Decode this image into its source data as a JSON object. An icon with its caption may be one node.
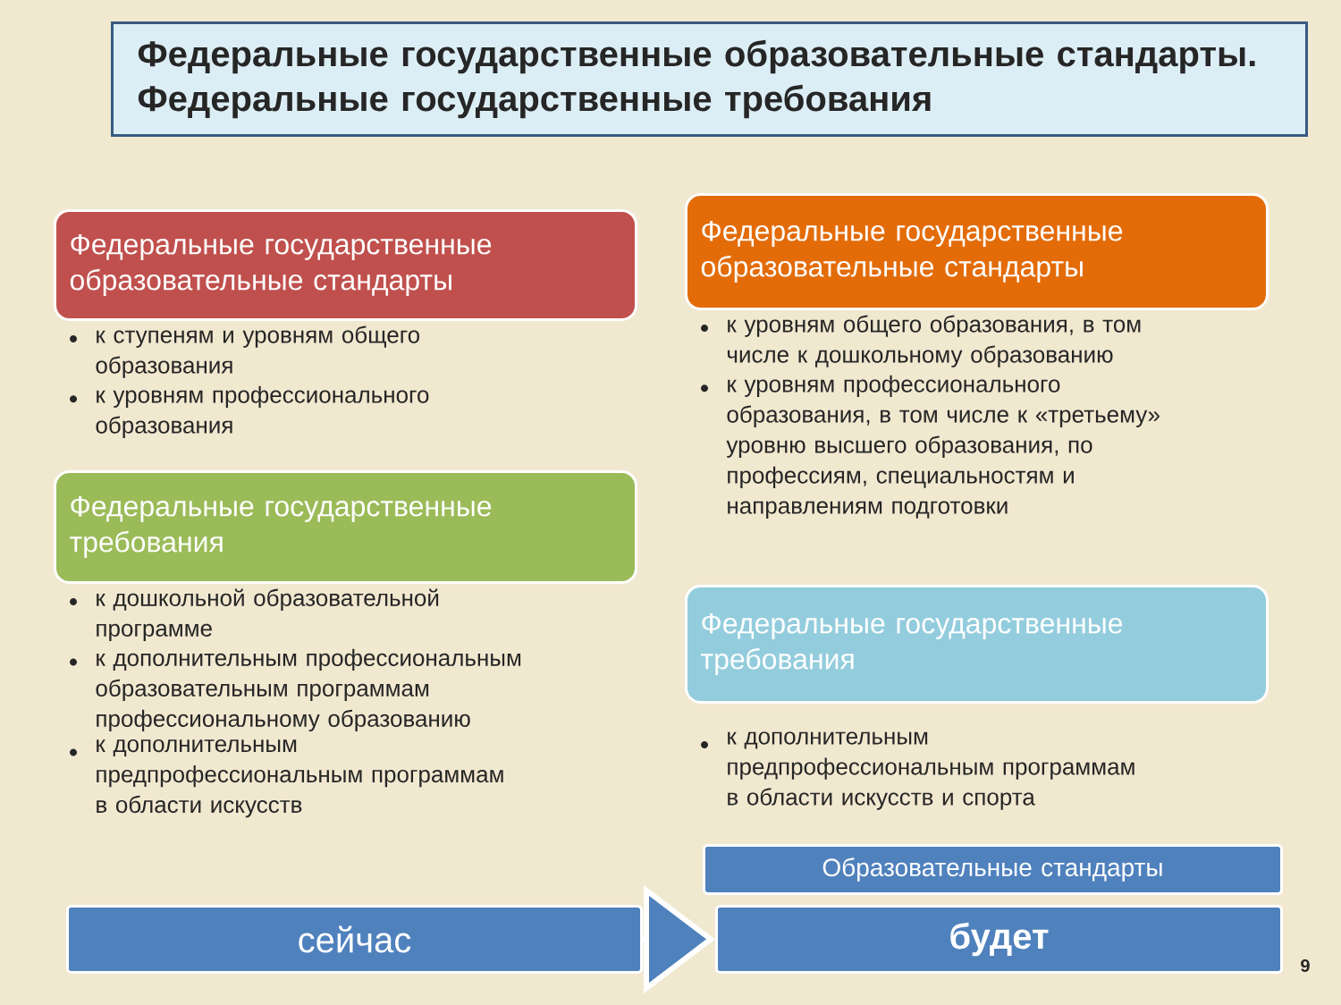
{
  "diagram": {
    "title": "Федеральные государственные образовательные стандарты. Федеральные государственные требования",
    "nodes": [
      {
        "text": [
          "Федеральные государственные образовательные стандарты"
        ],
        "beside": [
          "к ступеням и уровням общего образования",
          "к уровням профессионального образования"
        ]
      },
      {
        "text": [
          "Федеральные  государственные требования"
        ],
        "beside": [
          "к дошкольной образовательной программе",
          "к дополнительным профессиональным образовательным программам профессиональному образованию",
          "к дополнительным предпрофессиональным программам в области искусств"
        ]
      },
      {
        "text": [
          "Федеральные государственные образовательные стандарты"
        ],
        "beside": [
          "к уровням общего образования, в том числе к дошкольному образованию",
          "к уровням профессионального образования, в том числе к «третьему» уровню высшего образования, по профессиям, специальностям и направлениям подготовки"
        ]
      },
      {
        "text": [
          "Федеральные  государственные требования"
        ],
        "beside": [
          "к дополнительным предпрофессиональным программам в области искусств и спорта"
        ]
      },
      {
        "text": [
          "Образовательные стандарты"
        ]
      },
      {
        "text": [
          "сейчас"
        ]
      },
      {
        "text": [
          "будет"
        ]
      }
    ],
    "edges": [
      {
        "from": 5,
        "to": 6,
        "arrow": "to"
      }
    ],
    "labels": [
      "9"
    ]
  }
}
